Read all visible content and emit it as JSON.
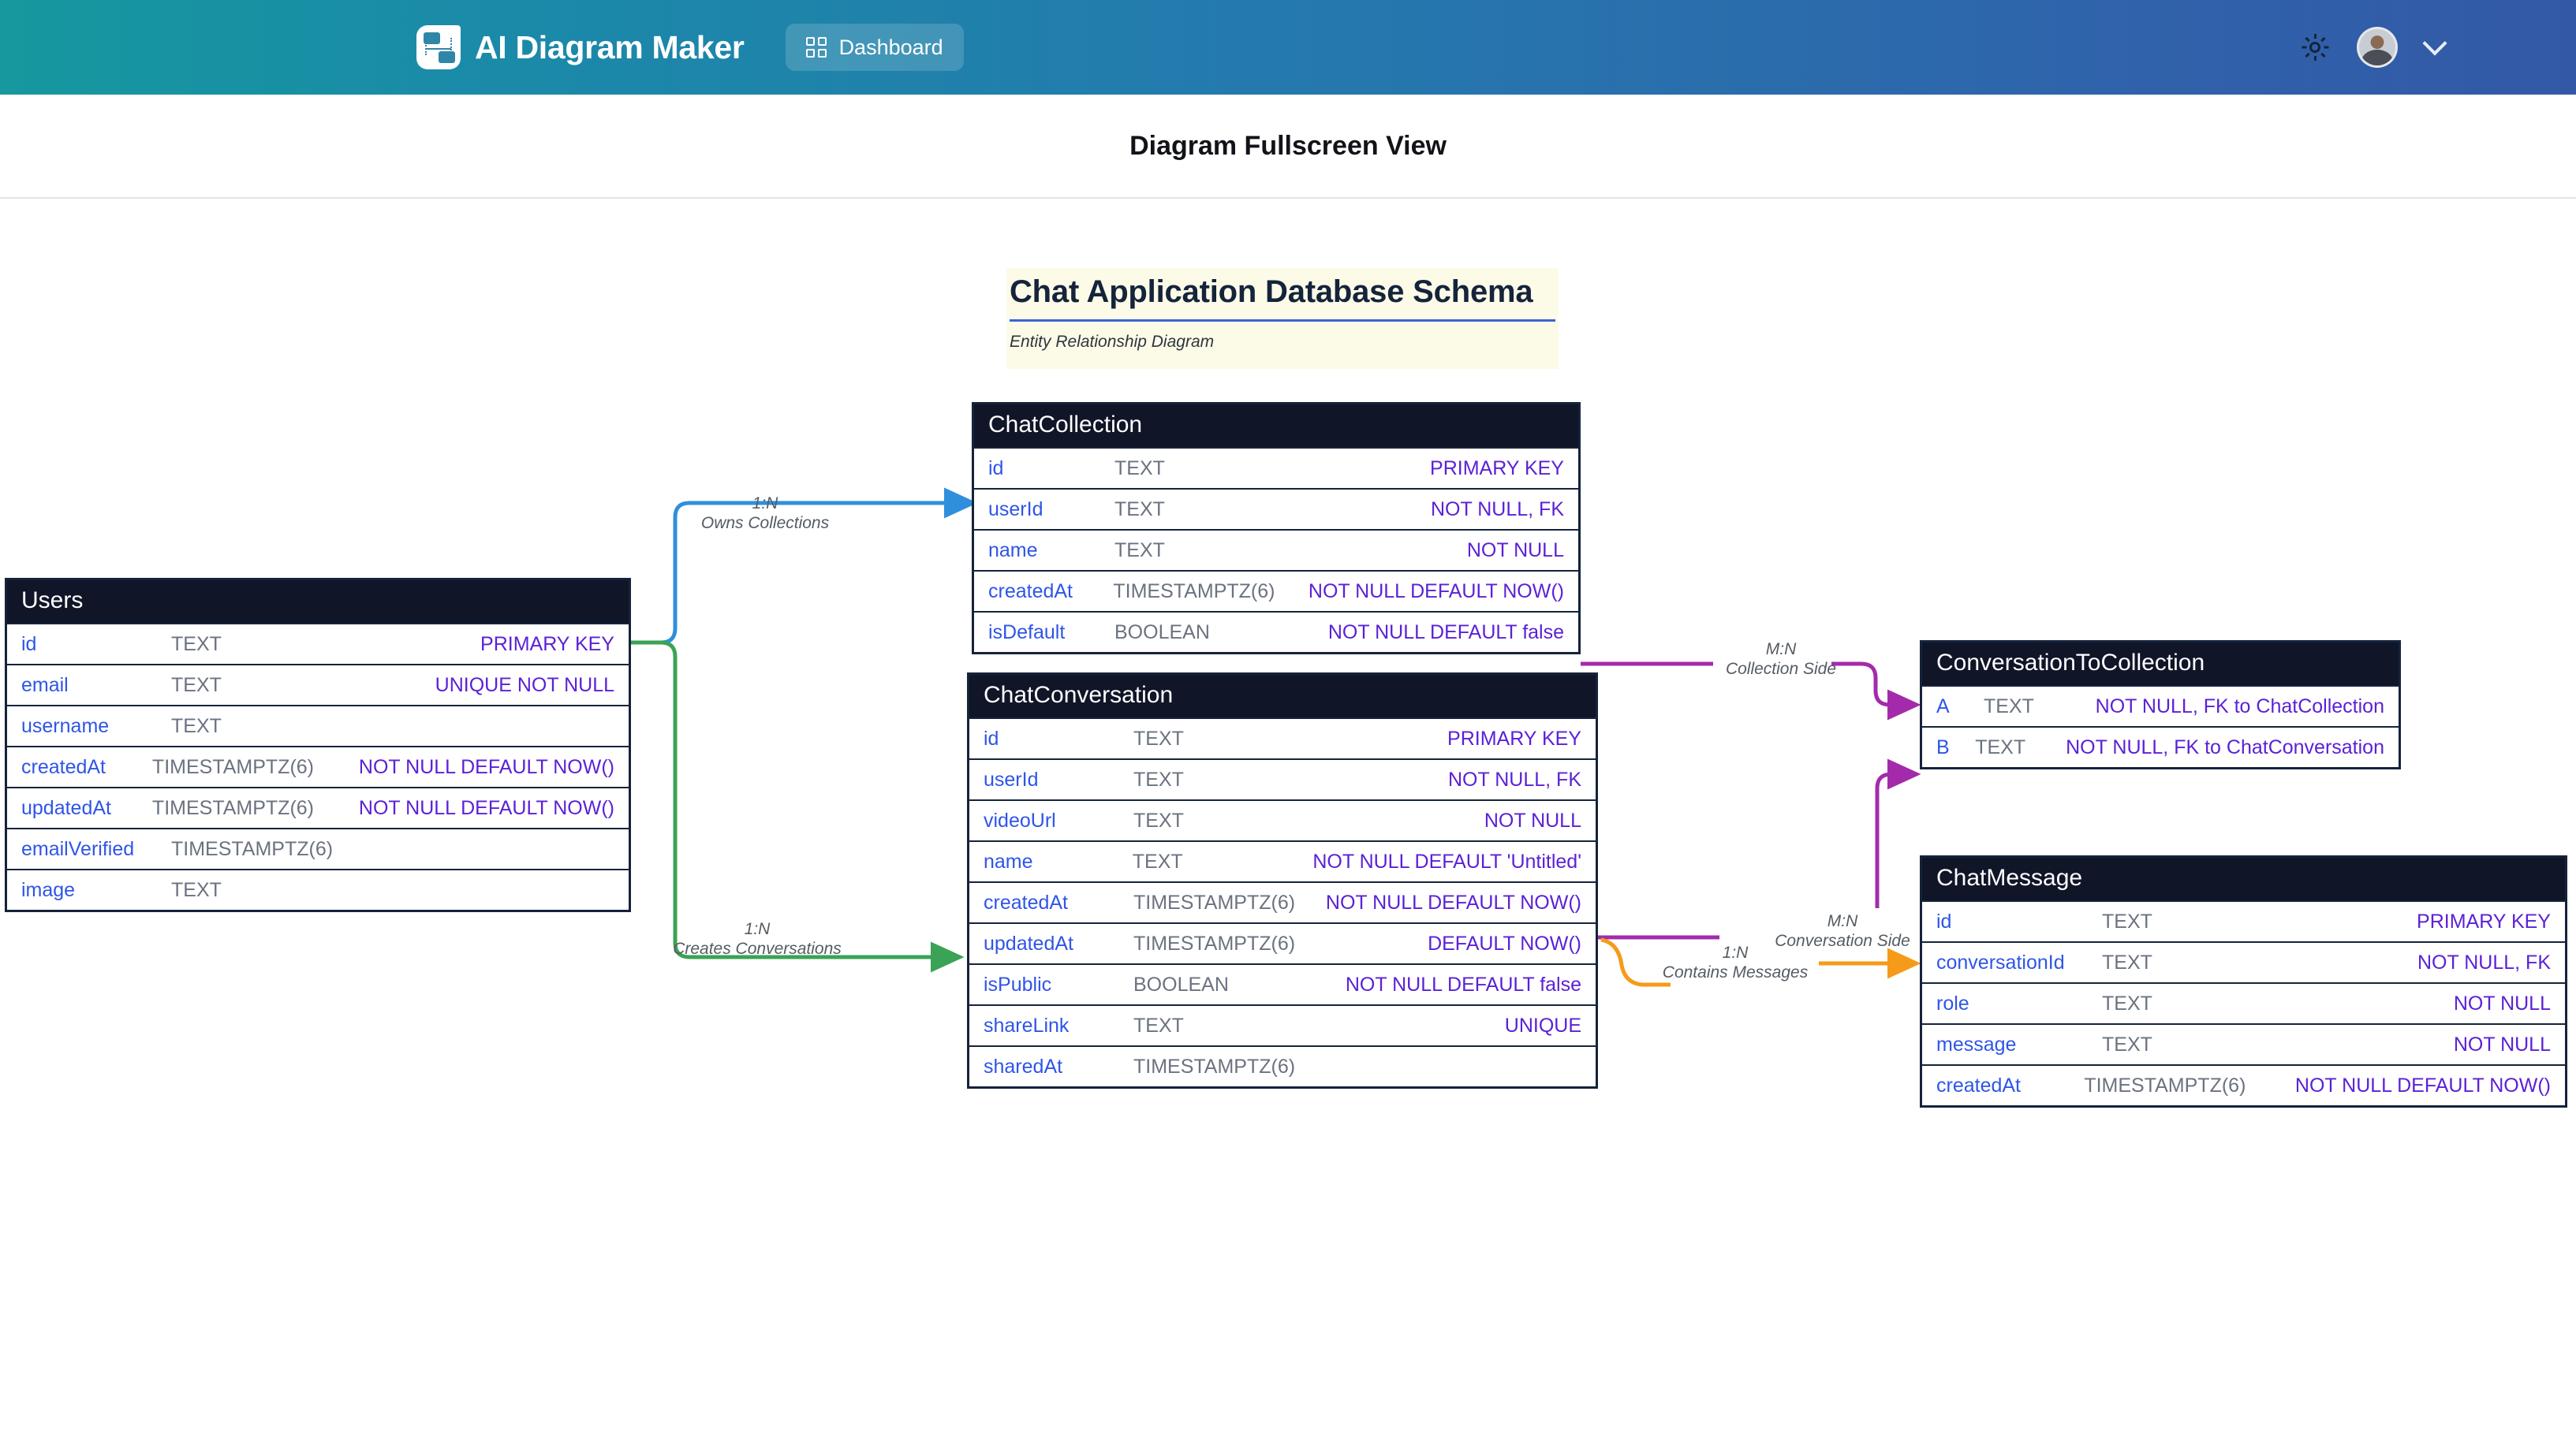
{
  "appbar": {
    "logo_icon": "diagram-logo-icon",
    "brand_name": "AI Diagram Maker",
    "dashboard_label": "Dashboard",
    "dashboard_icon": "grid-icon",
    "theme_toggle_icon": "sun-icon",
    "avatar_icon": "user-avatar",
    "chevron_icon": "chevron-down-icon",
    "gradient_from": "#16989e",
    "gradient_to": "#3359a6"
  },
  "subheader": {
    "title": "Diagram Fullscreen View"
  },
  "diagram": {
    "title": "Chat Application Database Schema",
    "subtitle": "Entity Relationship Diagram",
    "title_bg": "#fbfbe8",
    "rule_color": "#3b63d6",
    "header_bg": "#101528",
    "name_color": "#2f55e8",
    "type_color": "#6b7280",
    "constraint_color": "#5b21d6",
    "tables": [
      {
        "id": "users",
        "name": "Users",
        "columns": [
          {
            "name": "id",
            "type": "TEXT",
            "constraint": "PRIMARY KEY"
          },
          {
            "name": "email",
            "type": "TEXT",
            "constraint": "UNIQUE NOT NULL"
          },
          {
            "name": "username",
            "type": "TEXT",
            "constraint": ""
          },
          {
            "name": "createdAt",
            "type": "TIMESTAMPTZ(6)",
            "constraint": "NOT NULL DEFAULT NOW()"
          },
          {
            "name": "updatedAt",
            "type": "TIMESTAMPTZ(6)",
            "constraint": "NOT NULL DEFAULT NOW()"
          },
          {
            "name": "emailVerified",
            "type": "TIMESTAMPTZ(6)",
            "constraint": ""
          },
          {
            "name": "image",
            "type": "TEXT",
            "constraint": ""
          }
        ]
      },
      {
        "id": "chatcollection",
        "name": "ChatCollection",
        "columns": [
          {
            "name": "id",
            "type": "TEXT",
            "constraint": "PRIMARY KEY"
          },
          {
            "name": "userId",
            "type": "TEXT",
            "constraint": "NOT NULL, FK"
          },
          {
            "name": "name",
            "type": "TEXT",
            "constraint": "NOT NULL"
          },
          {
            "name": "createdAt",
            "type": "TIMESTAMPTZ(6)",
            "constraint": "NOT NULL DEFAULT NOW()"
          },
          {
            "name": "isDefault",
            "type": "BOOLEAN",
            "constraint": "NOT NULL DEFAULT false"
          }
        ]
      },
      {
        "id": "chatconversation",
        "name": "ChatConversation",
        "columns": [
          {
            "name": "id",
            "type": "TEXT",
            "constraint": "PRIMARY KEY"
          },
          {
            "name": "userId",
            "type": "TEXT",
            "constraint": "NOT NULL, FK"
          },
          {
            "name": "videoUrl",
            "type": "TEXT",
            "constraint": "NOT NULL"
          },
          {
            "name": "name",
            "type": "TEXT",
            "constraint": "NOT NULL DEFAULT 'Untitled'"
          },
          {
            "name": "createdAt",
            "type": "TIMESTAMPTZ(6)",
            "constraint": "NOT NULL DEFAULT NOW()"
          },
          {
            "name": "updatedAt",
            "type": "TIMESTAMPTZ(6)",
            "constraint": "DEFAULT NOW()"
          },
          {
            "name": "isPublic",
            "type": "BOOLEAN",
            "constraint": "NOT NULL DEFAULT false"
          },
          {
            "name": "shareLink",
            "type": "TEXT",
            "constraint": "UNIQUE"
          },
          {
            "name": "sharedAt",
            "type": "TIMESTAMPTZ(6)",
            "constraint": ""
          }
        ]
      },
      {
        "id": "conversationtocollection",
        "name": "ConversationToCollection",
        "columns": [
          {
            "name": "A",
            "type": "TEXT",
            "constraint": "NOT NULL, FK to ChatCollection"
          },
          {
            "name": "B",
            "type": "TEXT",
            "constraint": "NOT NULL, FK to ChatConversation"
          }
        ]
      },
      {
        "id": "chatmessage",
        "name": "ChatMessage",
        "columns": [
          {
            "name": "id",
            "type": "TEXT",
            "constraint": "PRIMARY KEY"
          },
          {
            "name": "conversationId",
            "type": "TEXT",
            "constraint": "NOT NULL, FK"
          },
          {
            "name": "role",
            "type": "TEXT",
            "constraint": "NOT NULL"
          },
          {
            "name": "message",
            "type": "TEXT",
            "constraint": "NOT NULL"
          },
          {
            "name": "createdAt",
            "type": "TIMESTAMPTZ(6)",
            "constraint": "NOT NULL DEFAULT NOW()"
          }
        ]
      }
    ],
    "relationships": [
      {
        "id": "owns-collections",
        "cardinality": "1:N",
        "label": "Owns Collections",
        "color": "#2f8fdd"
      },
      {
        "id": "creates-conversations",
        "cardinality": "1:N",
        "label": "Creates Conversations",
        "color": "#3aa355"
      },
      {
        "id": "collection-side",
        "cardinality": "M:N",
        "label": "Collection Side",
        "color": "#a32bab"
      },
      {
        "id": "conversation-side",
        "cardinality": "M:N",
        "label": "Conversation Side",
        "color": "#a32bab"
      },
      {
        "id": "contains-messages",
        "cardinality": "1:N",
        "label": "Contains Messages",
        "color": "#f59b19"
      }
    ]
  }
}
